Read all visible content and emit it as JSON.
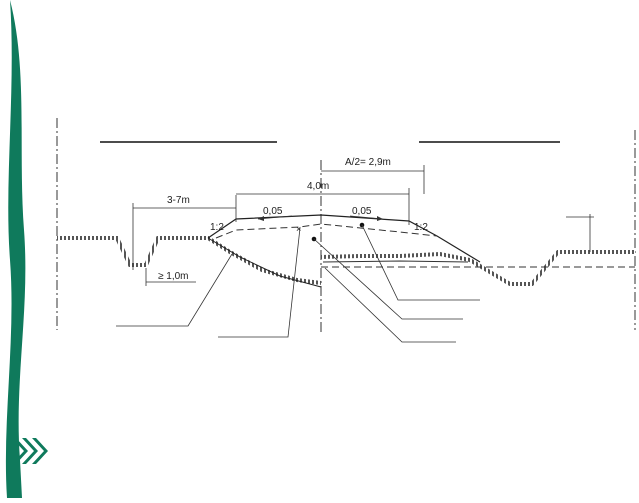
{
  "colors": {
    "background": "#ffffff",
    "accent": "#0f7a5c",
    "line": "#333333",
    "ground": "#555555"
  },
  "icons": {
    "decoration": "green-ribbon",
    "arrows": "triple-chevron-right-icon"
  },
  "diagram": {
    "labels": {
      "ditch_width": "3-7m",
      "ditch_depth": "≥ 1,0m",
      "slope_left": "1:2",
      "slope_right": "1:2",
      "crossfall_left": "0,05",
      "crossfall_right": "0,05",
      "formation_width": "4,0m",
      "half_width": "A/2= 2,9m"
    }
  }
}
